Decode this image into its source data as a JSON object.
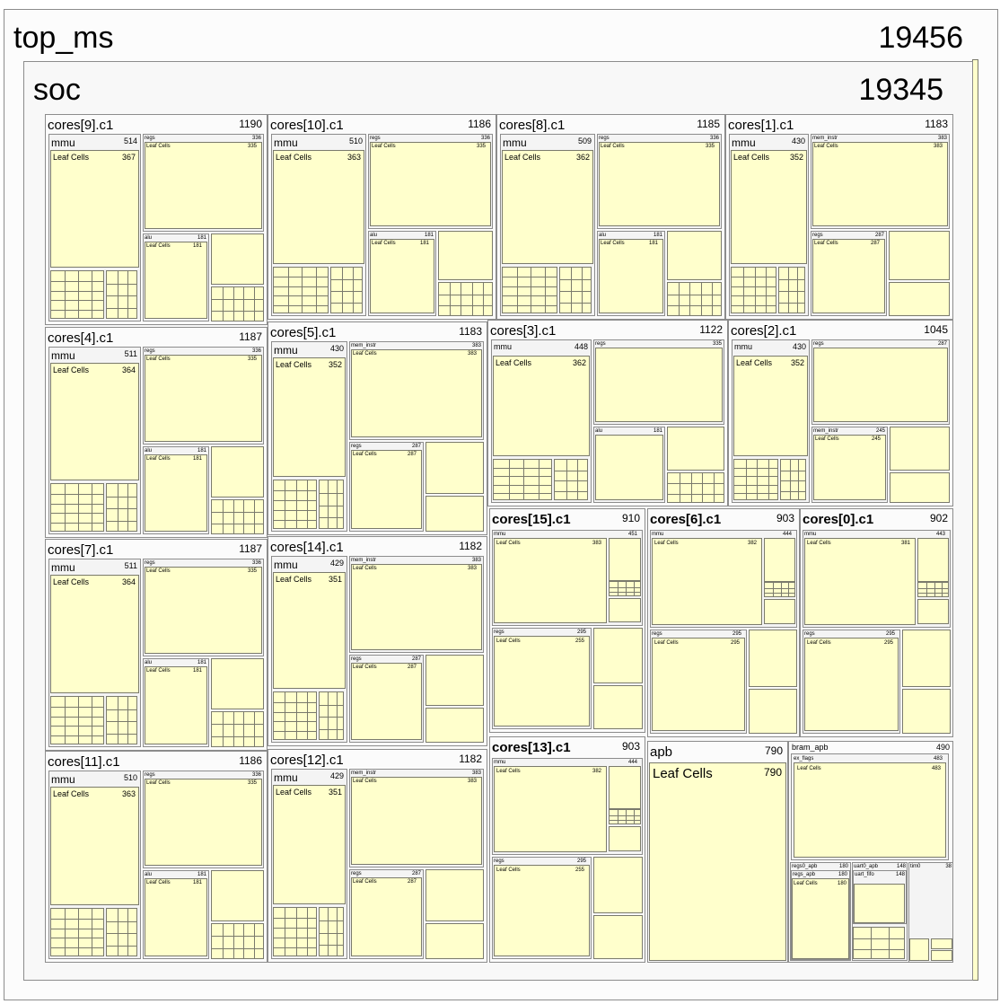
{
  "top": {
    "name": "top_ms",
    "value": "19456"
  },
  "soc": {
    "name": "soc",
    "value": "19345"
  },
  "cores": [
    {
      "name": "cores[9].c1",
      "value": "1190",
      "mmu": "mmu",
      "mmu_value": "514",
      "leaf": "Leaf Cells",
      "leaf_value": "367",
      "r1": "regs",
      "r1v": "336",
      "r1l": "Leaf Cells",
      "r1lv": "335",
      "r2": "alu",
      "r2v": "181",
      "r2l": "Leaf Cells",
      "r2lv": "181"
    },
    {
      "name": "cores[10].c1",
      "value": "1186",
      "mmu": "mmu",
      "mmu_value": "510",
      "leaf": "Leaf Cells",
      "leaf_value": "363",
      "r1": "regs",
      "r1v": "336",
      "r1l": "Leaf Cells",
      "r1lv": "335",
      "r2": "alu",
      "r2v": "181",
      "r2l": "Leaf Cells",
      "r2lv": "181"
    },
    {
      "name": "cores[8].c1",
      "value": "1185",
      "mmu": "mmu",
      "mmu_value": "509",
      "leaf": "Leaf Cells",
      "leaf_value": "362",
      "r1": "regs",
      "r1v": "336",
      "r1l": "Leaf Cells",
      "r1lv": "335",
      "r2": "alu",
      "r2v": "181",
      "r2l": "Leaf Cells",
      "r2lv": "181"
    },
    {
      "name": "cores[1].c1",
      "value": "1183",
      "mmu": "mmu",
      "mmu_value": "430",
      "leaf": "Leaf Cells",
      "leaf_value": "352",
      "r1": "mem_instr",
      "r1v": "383",
      "r1l": "Leaf Cells",
      "r1lv": "383",
      "r2": "regs",
      "r2v": "287",
      "r2l": "Leaf Cells",
      "r2lv": "287"
    },
    {
      "name": "cores[4].c1",
      "value": "1187",
      "mmu": "mmu",
      "mmu_value": "511",
      "leaf": "Leaf Cells",
      "leaf_value": "364",
      "r1": "regs",
      "r1v": "336",
      "r1l": "Leaf Cells",
      "r1lv": "335",
      "r2": "alu",
      "r2v": "181",
      "r2l": "Leaf Cells",
      "r2lv": "181"
    },
    {
      "name": "cores[5].c1",
      "value": "1183",
      "mmu": "mmu",
      "mmu_value": "430",
      "leaf": "Leaf Cells",
      "leaf_value": "352",
      "r1": "mem_instr",
      "r1v": "383",
      "r1l": "Leaf Cells",
      "r1lv": "383",
      "r2": "regs",
      "r2v": "287",
      "r2l": "Leaf Cells",
      "r2lv": "287"
    },
    {
      "name": "cores[3].c1",
      "value": "1122",
      "mmu": "mmu",
      "mmu_value": "448",
      "leaf": "Leaf Cells",
      "leaf_value": "362",
      "r1": "regs",
      "r1v": "335",
      "r1l": "",
      "r1lv": "",
      "r2": "alu",
      "r2v": "181",
      "r2l": "",
      "r2lv": ""
    },
    {
      "name": "cores[2].c1",
      "value": "1045",
      "mmu": "mmu",
      "mmu_value": "430",
      "leaf": "Leaf Cells",
      "leaf_value": "352",
      "r1": "regs",
      "r1v": "287",
      "r1l": "",
      "r1lv": "",
      "r2": "mem_instr",
      "r2v": "245",
      "r2l": "Leaf Cells",
      "r2lv": "245"
    },
    {
      "name": "cores[7].c1",
      "value": "1187",
      "mmu": "mmu",
      "mmu_value": "511",
      "leaf": "Leaf Cells",
      "leaf_value": "364",
      "r1": "regs",
      "r1v": "336",
      "r1l": "Leaf Cells",
      "r1lv": "335",
      "r2": "alu",
      "r2v": "181",
      "r2l": "Leaf Cells",
      "r2lv": "181"
    },
    {
      "name": "cores[14].c1",
      "value": "1182",
      "mmu": "mmu",
      "mmu_value": "429",
      "leaf": "Leaf Cells",
      "leaf_value": "351",
      "r1": "mem_instr",
      "r1v": "383",
      "r1l": "Leaf Cells",
      "r1lv": "383",
      "r2": "regs",
      "r2v": "287",
      "r2l": "Leaf Cells",
      "r2lv": "287"
    },
    {
      "name": "cores[11].c1",
      "value": "1186",
      "mmu": "mmu",
      "mmu_value": "510",
      "leaf": "Leaf Cells",
      "leaf_value": "363",
      "r1": "regs",
      "r1v": "336",
      "r1l": "Leaf Cells",
      "r1lv": "335",
      "r2": "alu",
      "r2v": "181",
      "r2l": "Leaf Cells",
      "r2lv": "181"
    },
    {
      "name": "cores[12].c1",
      "value": "1182",
      "mmu": "mmu",
      "mmu_value": "429",
      "leaf": "Leaf Cells",
      "leaf_value": "351",
      "r1": "mem_instr",
      "r1v": "383",
      "r1l": "Leaf Cells",
      "r1lv": "383",
      "r2": "regs",
      "r2v": "287",
      "r2l": "Leaf Cells",
      "r2lv": "287"
    }
  ],
  "small_cores": [
    {
      "name": "cores[15].c1",
      "value": "910",
      "mmu": "mmu",
      "mmu_value": "451",
      "leaf": "Leaf Cells",
      "leaf_value": "383",
      "regs": "regs",
      "regs_value": "295",
      "regs_leaf": "Leaf Cells",
      "regs_leaf_value": "255"
    },
    {
      "name": "cores[6].c1",
      "value": "903",
      "mmu": "mmu",
      "mmu_value": "444",
      "leaf": "Leaf Cells",
      "leaf_value": "382",
      "regs": "regs",
      "regs_value": "295",
      "regs_leaf": "Leaf Cells",
      "regs_leaf_value": "295"
    },
    {
      "name": "cores[0].c1",
      "value": "902",
      "mmu": "mmu",
      "mmu_value": "443",
      "leaf": "Leaf Cells",
      "leaf_value": "381",
      "regs": "regs",
      "regs_value": "295",
      "regs_leaf": "Leaf Cells",
      "regs_leaf_value": "295"
    },
    {
      "name": "cores[13].c1",
      "value": "903",
      "mmu": "mmu",
      "mmu_value": "444",
      "leaf": "Leaf Cells",
      "leaf_value": "382",
      "regs": "regs",
      "regs_value": "295",
      "regs_leaf": "Leaf Cells",
      "regs_leaf_value": "255"
    }
  ],
  "apb": {
    "name": "apb",
    "value": "790",
    "leaf": "Leaf Cells",
    "leaf_value": "790"
  },
  "bram": {
    "name": "bram_apb",
    "value": "490",
    "flags": "ex_flags",
    "flags_value": "483",
    "flags_leaf": "Leaf Cells",
    "flags_leaf_value": "483",
    "regs0": "regs0_apb",
    "regs0_value": "180",
    "regs0_sub": "regs_apb",
    "regs0_sub_value": "180",
    "regs0_leaf": "Leaf Cells",
    "regs0_leaf_value": "180",
    "uart": "uart0_apb",
    "uart_value": "148",
    "uart_sub": "uart_fifo",
    "uart_sub_value": "148",
    "tim": "tim0",
    "tim_value": "38"
  }
}
